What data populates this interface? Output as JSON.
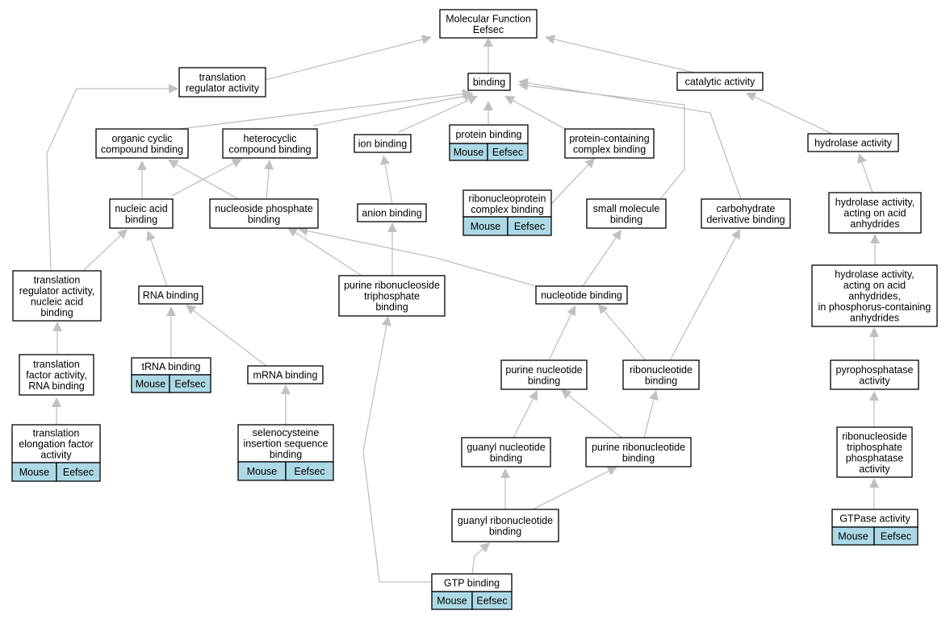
{
  "graph": {
    "nodes": [
      {
        "id": "mf",
        "lines": [
          "Molecular Function",
          "Eefsec"
        ]
      },
      {
        "id": "translation_regulator_activity",
        "lines": [
          "translation",
          "regulator activity"
        ]
      },
      {
        "id": "binding",
        "lines": [
          "binding"
        ]
      },
      {
        "id": "catalytic_activity",
        "lines": [
          "catalytic activity"
        ]
      },
      {
        "id": "organic_cyclic_compound_binding",
        "lines": [
          "organic cyclic",
          "compound binding"
        ]
      },
      {
        "id": "heterocyclic_compound_binding",
        "lines": [
          "heterocyclic",
          "compound binding"
        ]
      },
      {
        "id": "ion_binding",
        "lines": [
          "ion binding"
        ]
      },
      {
        "id": "protein_binding",
        "lines": [
          "protein binding"
        ],
        "annotations": [
          "Mouse",
          "Eefsec"
        ]
      },
      {
        "id": "protein_containing_complex_binding",
        "lines": [
          "protein-containing",
          "complex binding"
        ]
      },
      {
        "id": "hydrolase_activity",
        "lines": [
          "hydrolase activity"
        ]
      },
      {
        "id": "nucleic_acid_binding",
        "lines": [
          "nucleic acid",
          "binding"
        ]
      },
      {
        "id": "nucleoside_phosphate_binding",
        "lines": [
          "nucleoside phosphate",
          "binding"
        ]
      },
      {
        "id": "anion_binding",
        "lines": [
          "anion binding"
        ]
      },
      {
        "id": "ribonucleoprotein_complex_binding",
        "lines": [
          "ribonucleoprotein",
          "complex binding"
        ],
        "annotations": [
          "Mouse",
          "Eefsec"
        ]
      },
      {
        "id": "small_molecule_binding",
        "lines": [
          "small molecule",
          "binding"
        ]
      },
      {
        "id": "carbohydrate_derivative_binding",
        "lines": [
          "carbohydrate",
          "derivative binding"
        ]
      },
      {
        "id": "hydrolase_acid_anhydrides",
        "lines": [
          "hydrolase activity,",
          "acting on acid",
          "anhydrides"
        ]
      },
      {
        "id": "translation_regulator_nucleic_acid",
        "lines": [
          "translation",
          "regulator activity,",
          "nucleic acid",
          "binding"
        ]
      },
      {
        "id": "rna_binding",
        "lines": [
          "RNA binding"
        ]
      },
      {
        "id": "purine_ribonucleoside_triphosphate_binding",
        "lines": [
          "purine ribonucleoside",
          "triphosphate",
          "binding"
        ]
      },
      {
        "id": "nucleotide_binding",
        "lines": [
          "nucleotide binding"
        ]
      },
      {
        "id": "hydrolase_phosphorus_anhydrides",
        "lines": [
          "hydrolase activity,",
          "acting on acid",
          "anhydrides,",
          "in phosphorus-containing",
          "anhydrides"
        ]
      },
      {
        "id": "translation_factor_rna",
        "lines": [
          "translation",
          "factor activity,",
          "RNA binding"
        ]
      },
      {
        "id": "trna_binding",
        "lines": [
          "tRNA binding"
        ],
        "annotations": [
          "Mouse",
          "Eefsec"
        ]
      },
      {
        "id": "mrna_binding",
        "lines": [
          "mRNA binding"
        ]
      },
      {
        "id": "purine_nucleotide_binding",
        "lines": [
          "purine nucleotide",
          "binding"
        ]
      },
      {
        "id": "ribonucleotide_binding",
        "lines": [
          "ribonucleotide",
          "binding"
        ]
      },
      {
        "id": "pyrophosphatase_activity",
        "lines": [
          "pyrophosphatase",
          "activity"
        ]
      },
      {
        "id": "translation_elongation_factor",
        "lines": [
          "translation",
          "elongation factor",
          "activity"
        ],
        "annotations": [
          "Mouse",
          "Eefsec"
        ]
      },
      {
        "id": "selenocysteine_insertion_sequence_binding",
        "lines": [
          "selenocysteine",
          "insertion sequence",
          "binding"
        ],
        "annotations": [
          "Mouse",
          "Eefsec"
        ]
      },
      {
        "id": "guanyl_nucleotide_binding",
        "lines": [
          "guanyl nucleotide",
          "binding"
        ]
      },
      {
        "id": "purine_ribonucleotide_binding",
        "lines": [
          "purine ribonucleotide",
          "binding"
        ]
      },
      {
        "id": "ribonucleoside_triphosphate_phosphatase",
        "lines": [
          "ribonucleoside",
          "triphosphate",
          "phosphatase",
          "activity"
        ]
      },
      {
        "id": "guanyl_ribonucleotide_binding",
        "lines": [
          "guanyl ribonucleotide",
          "binding"
        ]
      },
      {
        "id": "gtpase_activity",
        "lines": [
          "GTPase activity"
        ],
        "annotations": [
          "Mouse",
          "Eefsec"
        ]
      },
      {
        "id": "gtp_binding",
        "lines": [
          "GTP binding"
        ],
        "annotations": [
          "Mouse",
          "Eefsec"
        ]
      }
    ],
    "edges": [
      {
        "from": "translation_regulator_activity",
        "to": "mf"
      },
      {
        "from": "binding",
        "to": "mf"
      },
      {
        "from": "catalytic_activity",
        "to": "mf"
      },
      {
        "from": "organic_cyclic_compound_binding",
        "to": "binding"
      },
      {
        "from": "heterocyclic_compound_binding",
        "to": "binding"
      },
      {
        "from": "ion_binding",
        "to": "binding"
      },
      {
        "from": "protein_binding",
        "to": "binding"
      },
      {
        "from": "protein_containing_complex_binding",
        "to": "binding"
      },
      {
        "from": "small_molecule_binding",
        "to": "binding"
      },
      {
        "from": "carbohydrate_derivative_binding",
        "to": "binding"
      },
      {
        "from": "hydrolase_activity",
        "to": "catalytic_activity"
      },
      {
        "from": "nucleic_acid_binding",
        "to": "organic_cyclic_compound_binding"
      },
      {
        "from": "nucleic_acid_binding",
        "to": "heterocyclic_compound_binding"
      },
      {
        "from": "nucleoside_phosphate_binding",
        "to": "organic_cyclic_compound_binding"
      },
      {
        "from": "nucleoside_phosphate_binding",
        "to": "heterocyclic_compound_binding"
      },
      {
        "from": "anion_binding",
        "to": "ion_binding"
      },
      {
        "from": "ribonucleoprotein_complex_binding",
        "to": "protein_containing_complex_binding"
      },
      {
        "from": "hydrolase_acid_anhydrides",
        "to": "hydrolase_activity"
      },
      {
        "from": "translation_regulator_nucleic_acid",
        "to": "translation_regulator_activity"
      },
      {
        "from": "translation_regulator_nucleic_acid",
        "to": "nucleic_acid_binding"
      },
      {
        "from": "rna_binding",
        "to": "nucleic_acid_binding"
      },
      {
        "from": "purine_ribonucleoside_triphosphate_binding",
        "to": "nucleoside_phosphate_binding"
      },
      {
        "from": "purine_ribonucleoside_triphosphate_binding",
        "to": "anion_binding"
      },
      {
        "from": "nucleotide_binding",
        "to": "nucleoside_phosphate_binding"
      },
      {
        "from": "nucleotide_binding",
        "to": "small_molecule_binding"
      },
      {
        "from": "hydrolase_phosphorus_anhydrides",
        "to": "hydrolase_acid_anhydrides"
      },
      {
        "from": "translation_factor_rna",
        "to": "translation_regulator_nucleic_acid"
      },
      {
        "from": "trna_binding",
        "to": "rna_binding"
      },
      {
        "from": "mrna_binding",
        "to": "rna_binding"
      },
      {
        "from": "purine_nucleotide_binding",
        "to": "nucleotide_binding"
      },
      {
        "from": "ribonucleotide_binding",
        "to": "nucleotide_binding"
      },
      {
        "from": "ribonucleotide_binding",
        "to": "carbohydrate_derivative_binding"
      },
      {
        "from": "pyrophosphatase_activity",
        "to": "hydrolase_phosphorus_anhydrides"
      },
      {
        "from": "translation_elongation_factor",
        "to": "translation_factor_rna"
      },
      {
        "from": "selenocysteine_insertion_sequence_binding",
        "to": "mrna_binding"
      },
      {
        "from": "guanyl_nucleotide_binding",
        "to": "purine_nucleotide_binding"
      },
      {
        "from": "purine_ribonucleotide_binding",
        "to": "purine_nucleotide_binding"
      },
      {
        "from": "purine_ribonucleotide_binding",
        "to": "ribonucleotide_binding"
      },
      {
        "from": "ribonucleoside_triphosphate_phosphatase",
        "to": "pyrophosphatase_activity"
      },
      {
        "from": "guanyl_ribonucleotide_binding",
        "to": "guanyl_nucleotide_binding"
      },
      {
        "from": "guanyl_ribonucleotide_binding",
        "to": "purine_ribonucleotide_binding"
      },
      {
        "from": "gtpase_activity",
        "to": "ribonucleoside_triphosphate_phosphatase"
      },
      {
        "from": "gtp_binding",
        "to": "guanyl_ribonucleotide_binding"
      },
      {
        "from": "gtp_binding",
        "to": "purine_ribonucleoside_triphosphate_binding"
      }
    ]
  }
}
